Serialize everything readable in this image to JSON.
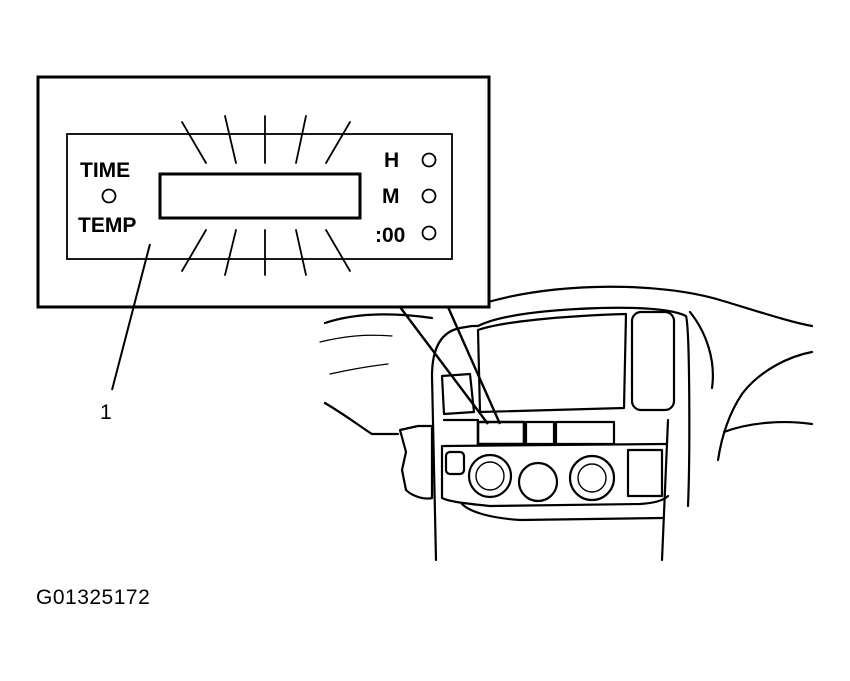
{
  "display": {
    "time_label": "TIME",
    "temp_label": "TEMP",
    "hour_button": "H",
    "minute_button": "M",
    "zero_button": ":00"
  },
  "callout_number": "1",
  "figure_id": "G01325172"
}
